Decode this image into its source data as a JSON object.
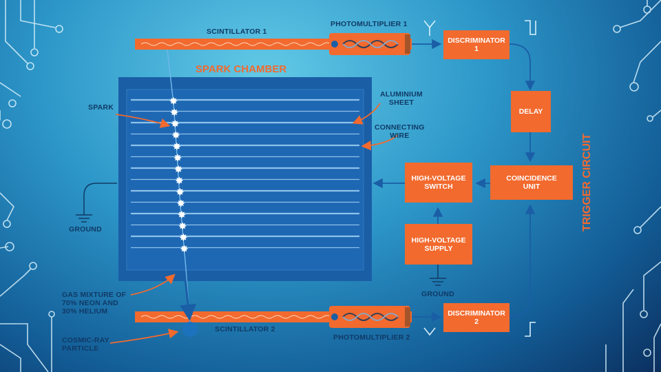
{
  "diagram": {
    "labels": {
      "scintillator_1": "SCINTILLATOR 1",
      "photomultiplier_1": "PHOTOMULTIPLIER 1",
      "spark_chamber": "SPARK CHAMBER",
      "aluminium_sheet": "ALUMINIUM\nSHEET",
      "connecting_wire": "CONNECTING\nWIRE",
      "spark": "SPARK",
      "ground_left": "GROUND",
      "ground_right": "GROUND",
      "gas_mixture": "GAS MIXTURE OF\n70% NEON AND\n30% HELIUM",
      "cosmic_ray": "COSMIC-RAY\nPARTICLE",
      "scintillator_2": "SCINTILLATOR 2",
      "photomultiplier_2": "PHOTOMULTIPLIER 2",
      "trigger_circuit": "TRIGGER CIRCUIT"
    },
    "boxes": {
      "discriminator_1": "DISCRIMINATOR\n1",
      "delay": "DELAY",
      "coincidence_unit": "COINCIDENCE\nUNIT",
      "high_voltage_switch": "HIGH-VOLTAGE\nSWITCH",
      "high_voltage_supply": "HIGH-VOLTAGE\nSUPPLY",
      "discriminator_2": "DISCRIMINATOR\n2"
    },
    "colors": {
      "orange": "#f26a2e",
      "chamber": "#1a5ea6",
      "chamber_frame": "#2b74b8",
      "wire": "#8ec3ea",
      "label_dark": "#103a66",
      "circuit_line": "#d8f1fb"
    }
  }
}
